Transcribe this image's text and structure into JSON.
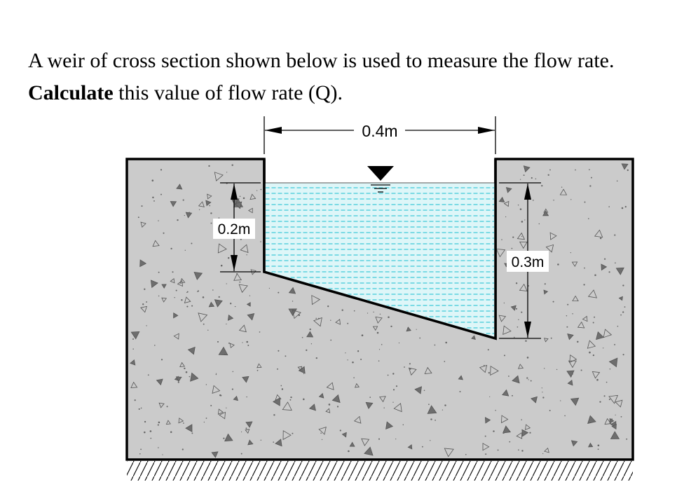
{
  "question": {
    "line1": "A weir of cross section shown below is used to measure the flow rate.",
    "line2_bold": "Calculate",
    "line2_rest": " this value of flow rate (Q)."
  },
  "diagram": {
    "top_width_label": "0.4m",
    "left_depth_label": "0.2m",
    "right_depth_label": "0.3m",
    "colors": {
      "concrete": "#cbcbcb",
      "water": "#def6f8",
      "water_dash": "#27c3d3",
      "outline": "#000000"
    }
  }
}
